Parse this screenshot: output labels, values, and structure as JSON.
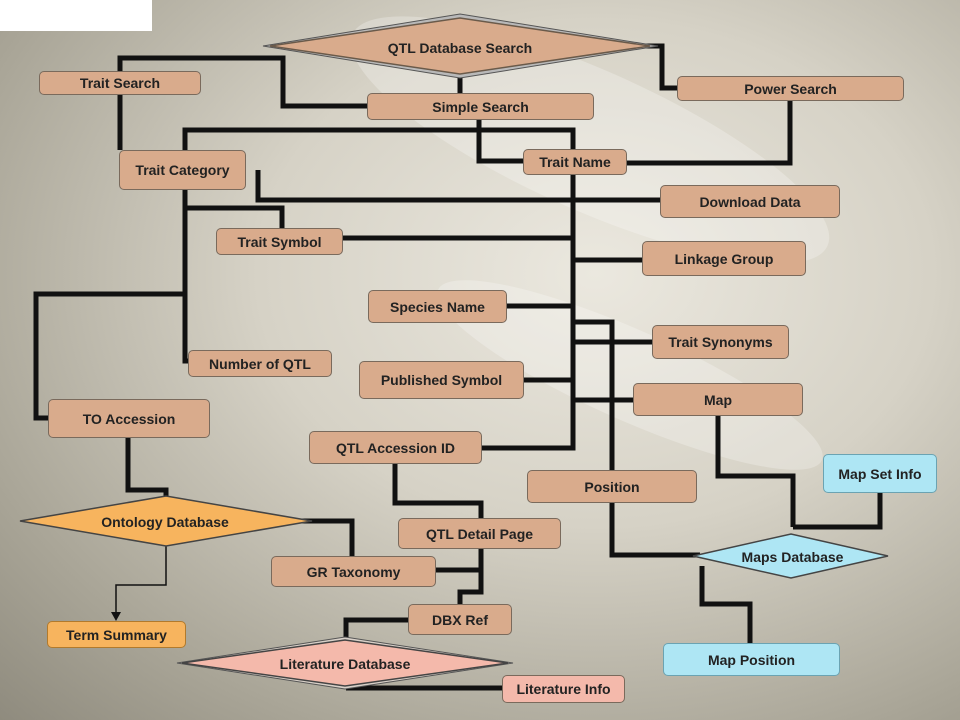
{
  "nodes": {
    "trait_search": "Trait Search",
    "simple_search": "Simple Search",
    "power_search": "Power Search",
    "trait_category": "Trait Category",
    "trait_name": "Trait Name",
    "download_data": "Download Data",
    "trait_symbol": "Trait Symbol",
    "linkage_group": "Linkage Group",
    "species_name": "Species Name",
    "trait_synonyms": "Trait Synonyms",
    "number_of_qtl": "Number of QTL",
    "published_symbol": "Published Symbol",
    "map": "Map",
    "to_accession": "TO Accession",
    "qtl_accession_id": "QTL Accession ID",
    "map_set_info": "Map Set Info",
    "position": "Position",
    "qtl_detail_page": "QTL Detail Page",
    "gr_taxonomy": "GR Taxonomy",
    "dbx_ref": "DBX Ref",
    "term_summary": "Term Summary",
    "map_position": "Map Position",
    "literature_info": "Literature Info"
  },
  "databases": {
    "qtl_database_search": "QTL Database Search",
    "ontology_database": "Ontology Database",
    "maps_database": "Maps Database",
    "literature_database": "Literature Database"
  },
  "colors": {
    "search_node": "#d9ab8c",
    "map_node": "#aee6f4",
    "ontology_node": "#f7b45e",
    "literature_node": "#f4b9ab",
    "connector": "#111111"
  }
}
